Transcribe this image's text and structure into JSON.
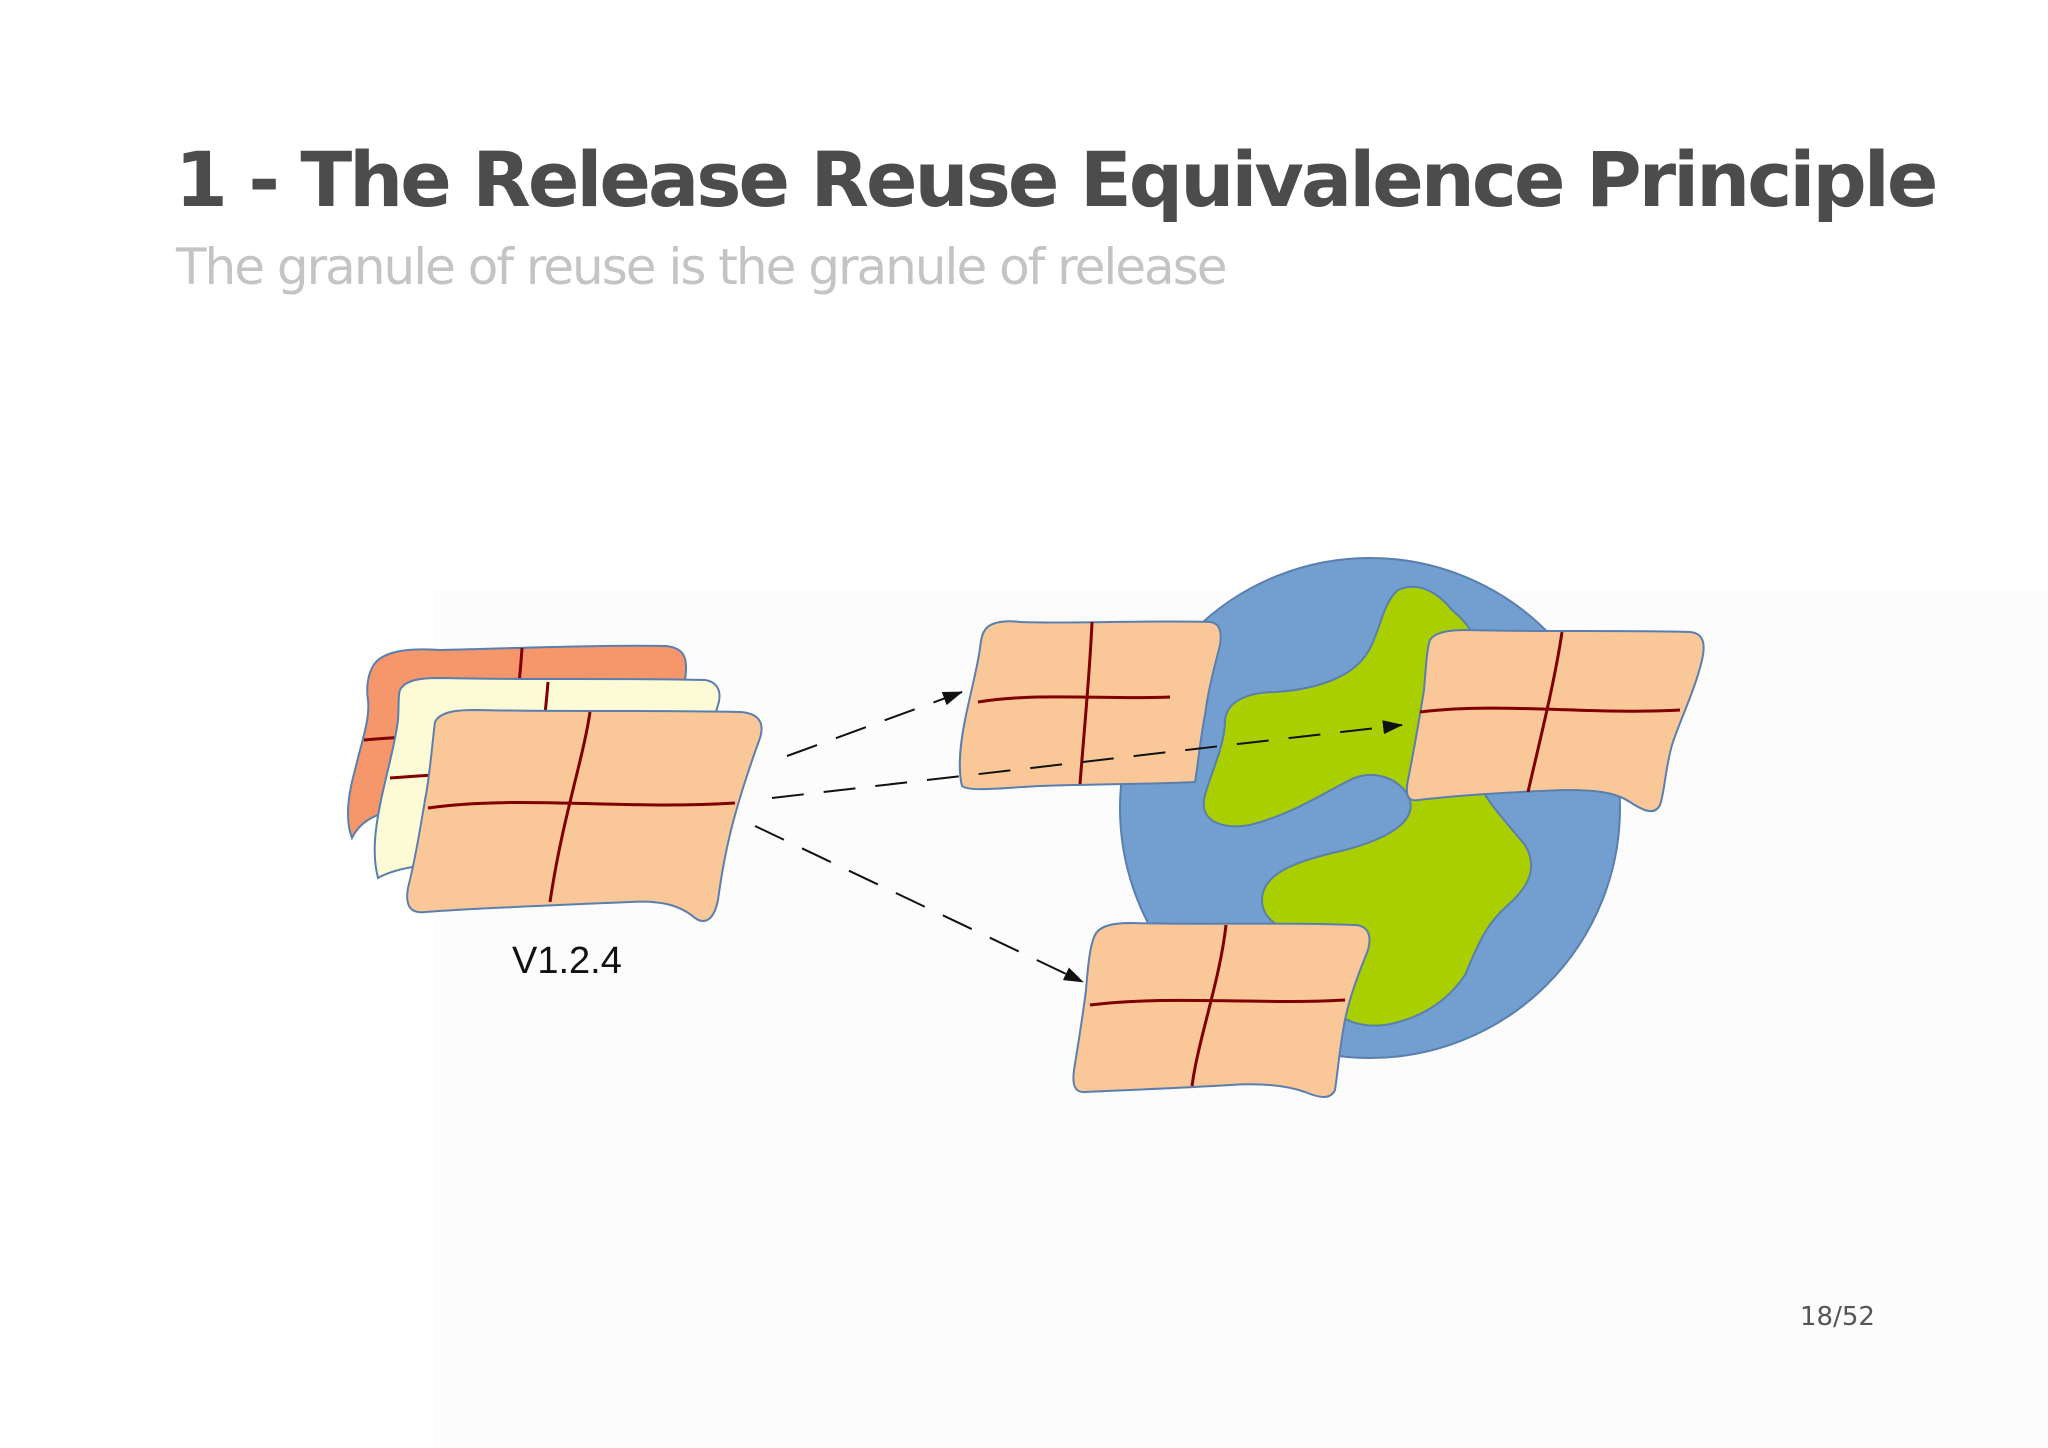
{
  "slide": {
    "title": "1 - The Release Reuse Equivalence Principle",
    "subtitle": "The granule of reuse is the granule of release",
    "page_indicator": "18/52"
  },
  "diagram": {
    "version_label": "V1.2.4",
    "colors": {
      "globe_ocean": "#729fcf",
      "globe_land": "#a9cf00",
      "package_peach": "#fac898",
      "package_cream": "#fdfbd5",
      "package_orange": "#f5966b",
      "grid_lines": "#800000",
      "outline": "#5a7fae",
      "arrows": "#111111"
    }
  }
}
